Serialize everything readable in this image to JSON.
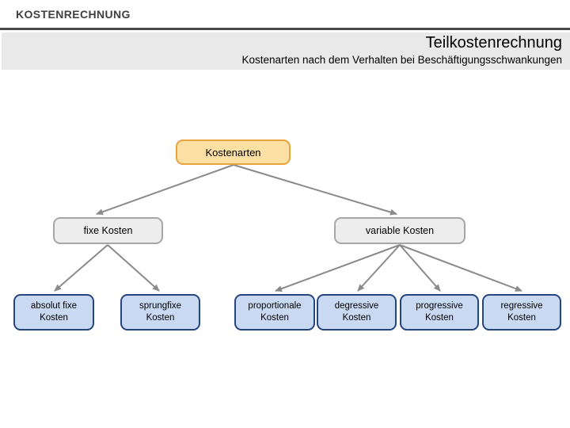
{
  "header": {
    "kicker": "KOSTENRECHNUNG"
  },
  "titlebar": {
    "title": "Teilkostenrechnung",
    "subtitle": "Kostenarten nach dem Verhalten bei Beschäftigungsschwankungen"
  },
  "diagram": {
    "root": {
      "label": "Kostenarten"
    },
    "level2": [
      {
        "label": "fixe Kosten"
      },
      {
        "label": "variable Kosten"
      }
    ],
    "level3": [
      {
        "line1": "absolut fixe",
        "line2": "Kosten"
      },
      {
        "line1": "sprungfixe",
        "line2": "Kosten"
      },
      {
        "line1": "proportionale",
        "line2": "Kosten"
      },
      {
        "line1": "degressive",
        "line2": "Kosten"
      },
      {
        "line1": "progressive",
        "line2": "Kosten"
      },
      {
        "line1": "regressive",
        "line2": "Kosten"
      }
    ]
  },
  "colors": {
    "band_bg": "#E9E9E9",
    "rule": "#4A4A4A",
    "kicker_text": "#3F3F3F",
    "root_fill": "#FBDFA3",
    "root_border": "#E8A33C",
    "gray_fill": "#EDEDED",
    "gray_border": "#A6A6A6",
    "blue_fill": "#C9D9F1",
    "blue_border": "#24457E",
    "connector": "#8A8A8A"
  }
}
